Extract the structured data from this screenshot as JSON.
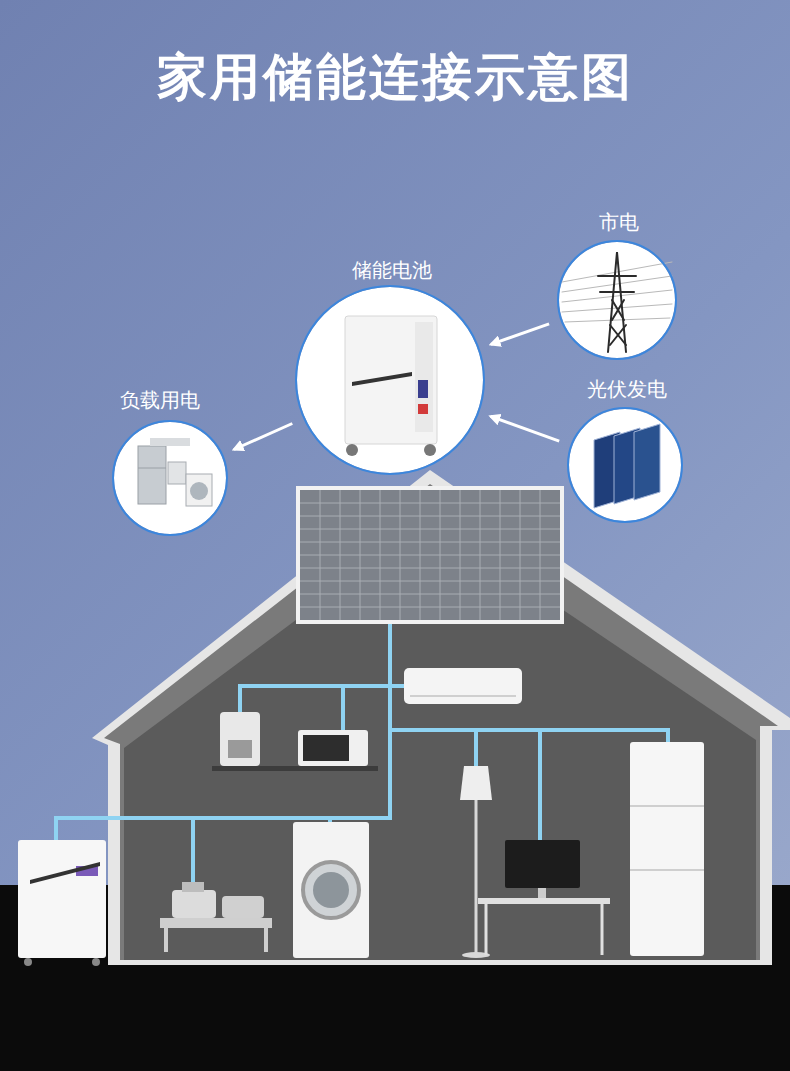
{
  "diagram": {
    "title": "家用储能连接示意图",
    "nodes": [
      {
        "text": [
          "储能电池"
        ]
      },
      {
        "text": [
          "市电"
        ]
      },
      {
        "text": [
          "负载用电"
        ]
      },
      {
        "text": [
          "光伏发电"
        ]
      }
    ],
    "edges": [
      {
        "from": 1,
        "to": 0,
        "arrow": "to"
      },
      {
        "from": 3,
        "to": 0,
        "arrow": "to"
      },
      {
        "from": 0,
        "to": 2,
        "arrow": "to"
      }
    ]
  }
}
